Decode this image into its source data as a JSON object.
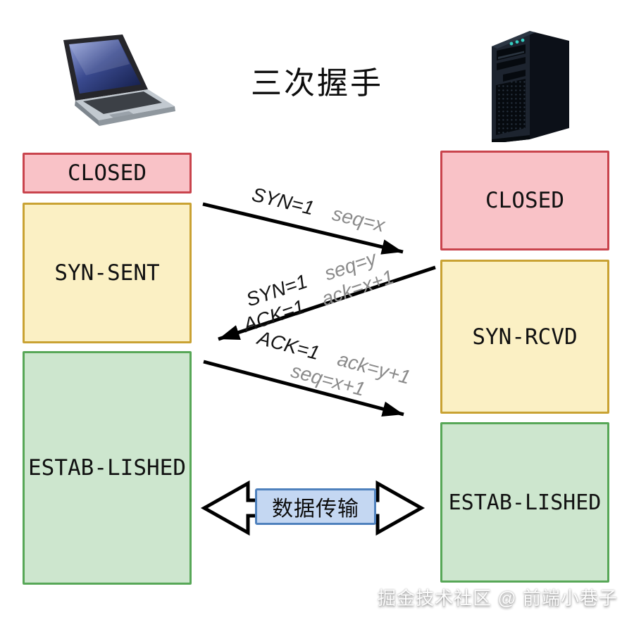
{
  "title": "三次握手",
  "left_host": {
    "icon": "laptop-icon",
    "states": {
      "closed": "CLOSED",
      "syn_sent": "SYN-SENT",
      "established": "ESTAB-LISHED"
    }
  },
  "right_host": {
    "icon": "server-icon",
    "states": {
      "closed": "CLOSED",
      "syn_rcvd": "SYN-RCVD",
      "established": "ESTAB-LISHED"
    }
  },
  "messages": {
    "msg1": {
      "direction": "left-to-right",
      "flags": "SYN=1",
      "params": "seq=x"
    },
    "msg2": {
      "direction": "right-to-left",
      "line1_flag": "SYN=1",
      "line1_param": "seq=y",
      "line2_flag": "ACK=1",
      "line2_param": "ack=x+1"
    },
    "msg3": {
      "direction": "left-to-right",
      "flag": "ACK=1",
      "param_line1": "ack=y+1",
      "param_line2": "seq=x+1"
    }
  },
  "data_transfer": {
    "label": "数据传输"
  },
  "watermark": {
    "text": "掘金技术社区 @ 前端小巷子"
  },
  "colors": {
    "closed_fill": "#f9c2c7",
    "closed_border": "#c9444d",
    "handshake_fill": "#fbf0c4",
    "handshake_border": "#c9a233",
    "established_fill": "#cde6ce",
    "established_border": "#57a757",
    "transfer_fill": "#c4d7f2",
    "transfer_border": "#4f81bd",
    "flag_text": "#141414",
    "param_text": "#8b8b8b",
    "arrow": "#000000"
  }
}
